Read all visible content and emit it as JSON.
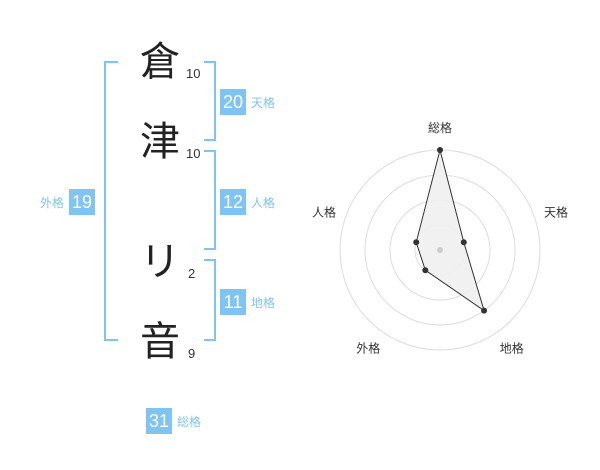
{
  "name_chars": [
    {
      "char": "倉",
      "strokes": "10"
    },
    {
      "char": "津",
      "strokes": "10"
    },
    {
      "char": "リ",
      "strokes": "2"
    },
    {
      "char": "音",
      "strokes": "9"
    }
  ],
  "fortune": {
    "tenkaku": {
      "value": "20",
      "label": "天格"
    },
    "jinkaku": {
      "value": "12",
      "label": "人格"
    },
    "chikaku": {
      "value": "11",
      "label": "地格"
    },
    "gaikaku": {
      "value": "19",
      "label": "外格"
    },
    "soukaku": {
      "value": "31",
      "label": "総格"
    }
  },
  "colors": {
    "accent": "#7fc4f2",
    "radar_fill": "#f0f0f0",
    "radar_line": "#333333",
    "grid": "#dddddd"
  },
  "chart_data": {
    "type": "radar",
    "axes": [
      "総格",
      "天格",
      "地格",
      "外格",
      "人格"
    ],
    "rings": 4,
    "max": 4,
    "values": [
      4,
      1,
      3,
      1,
      1
    ]
  }
}
